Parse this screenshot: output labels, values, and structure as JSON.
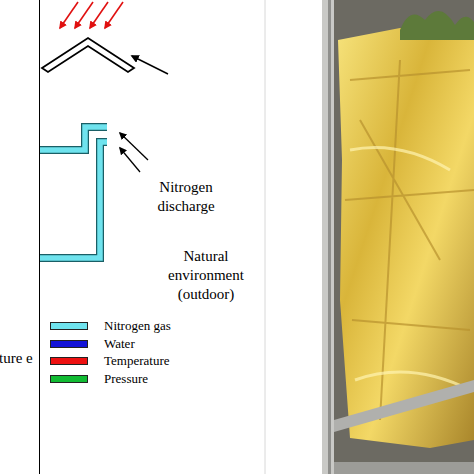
{
  "diagram": {
    "nodes": [
      {
        "text": [
          "ture e"
        ]
      }
    ],
    "labels": [
      "Nitrogen discharge",
      "Natural environment (outdoor)"
    ],
    "legend": [
      {
        "text": "Nitrogen gas",
        "color": "#6fe3ee"
      },
      {
        "text": "Water",
        "color": "#1414d8"
      },
      {
        "text": "Temperature",
        "color": "#ee1111"
      },
      {
        "text": "Pressure",
        "color": "#11bb33"
      }
    ]
  }
}
